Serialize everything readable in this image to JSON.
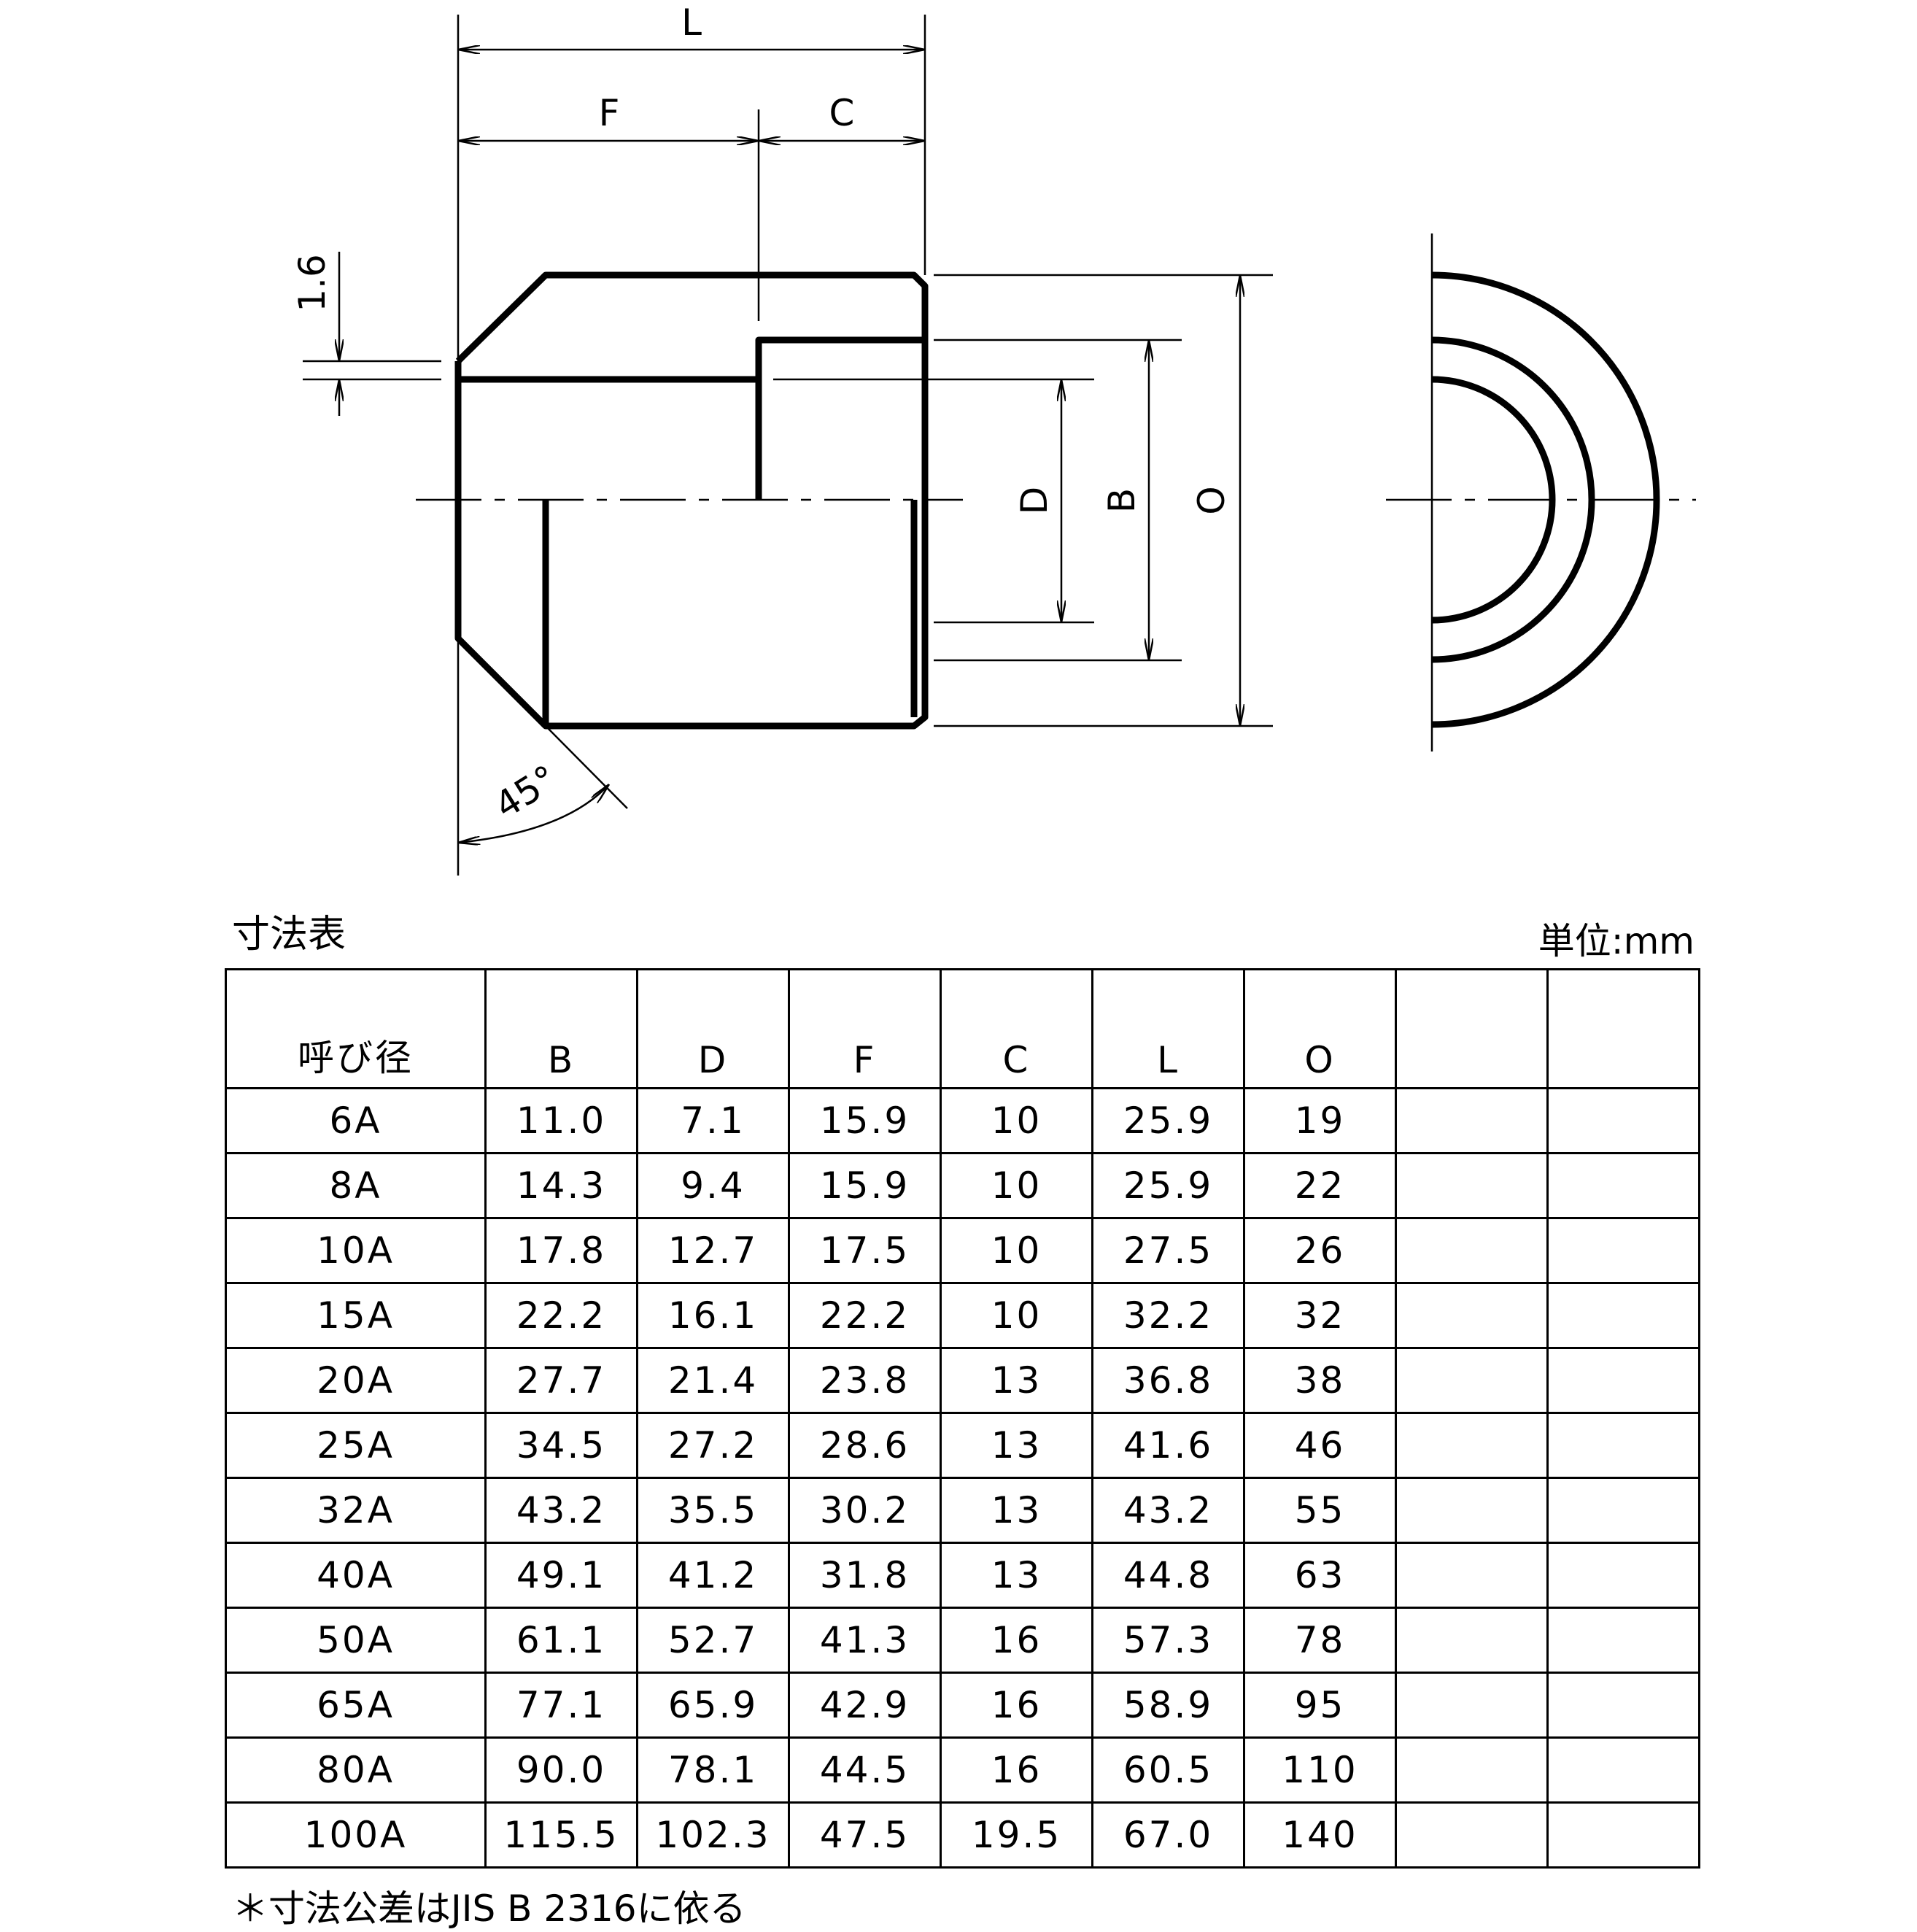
{
  "drawing": {
    "dimensions": {
      "L": "L",
      "F": "F",
      "C": "C",
      "D": "D",
      "B": "B",
      "O": "O",
      "chamfer": "1.6",
      "angle": "45°"
    }
  },
  "table": {
    "title": "寸法表",
    "unit": "単位:mm",
    "headers": [
      "呼び径",
      "B",
      "D",
      "F",
      "C",
      "L",
      "O",
      "",
      ""
    ],
    "rows": [
      [
        "6A",
        "11.0",
        "7.1",
        "15.9",
        "10",
        "25.9",
        "19",
        "",
        ""
      ],
      [
        "8A",
        "14.3",
        "9.4",
        "15.9",
        "10",
        "25.9",
        "22",
        "",
        ""
      ],
      [
        "10A",
        "17.8",
        "12.7",
        "17.5",
        "10",
        "27.5",
        "26",
        "",
        ""
      ],
      [
        "15A",
        "22.2",
        "16.1",
        "22.2",
        "10",
        "32.2",
        "32",
        "",
        ""
      ],
      [
        "20A",
        "27.7",
        "21.4",
        "23.8",
        "13",
        "36.8",
        "38",
        "",
        ""
      ],
      [
        "25A",
        "34.5",
        "27.2",
        "28.6",
        "13",
        "41.6",
        "46",
        "",
        ""
      ],
      [
        "32A",
        "43.2",
        "35.5",
        "30.2",
        "13",
        "43.2",
        "55",
        "",
        ""
      ],
      [
        "40A",
        "49.1",
        "41.2",
        "31.8",
        "13",
        "44.8",
        "63",
        "",
        ""
      ],
      [
        "50A",
        "61.1",
        "52.7",
        "41.3",
        "16",
        "57.3",
        "78",
        "",
        ""
      ],
      [
        "65A",
        "77.1",
        "65.9",
        "42.9",
        "16",
        "58.9",
        "95",
        "",
        ""
      ],
      [
        "80A",
        "90.0",
        "78.1",
        "44.5",
        "16",
        "60.5",
        "110",
        "",
        ""
      ],
      [
        "100A",
        "115.5",
        "102.3",
        "47.5",
        "19.5",
        "67.0",
        "140",
        "",
        ""
      ]
    ]
  },
  "footnote": "＊寸法公差はJIS B 2316に依る"
}
